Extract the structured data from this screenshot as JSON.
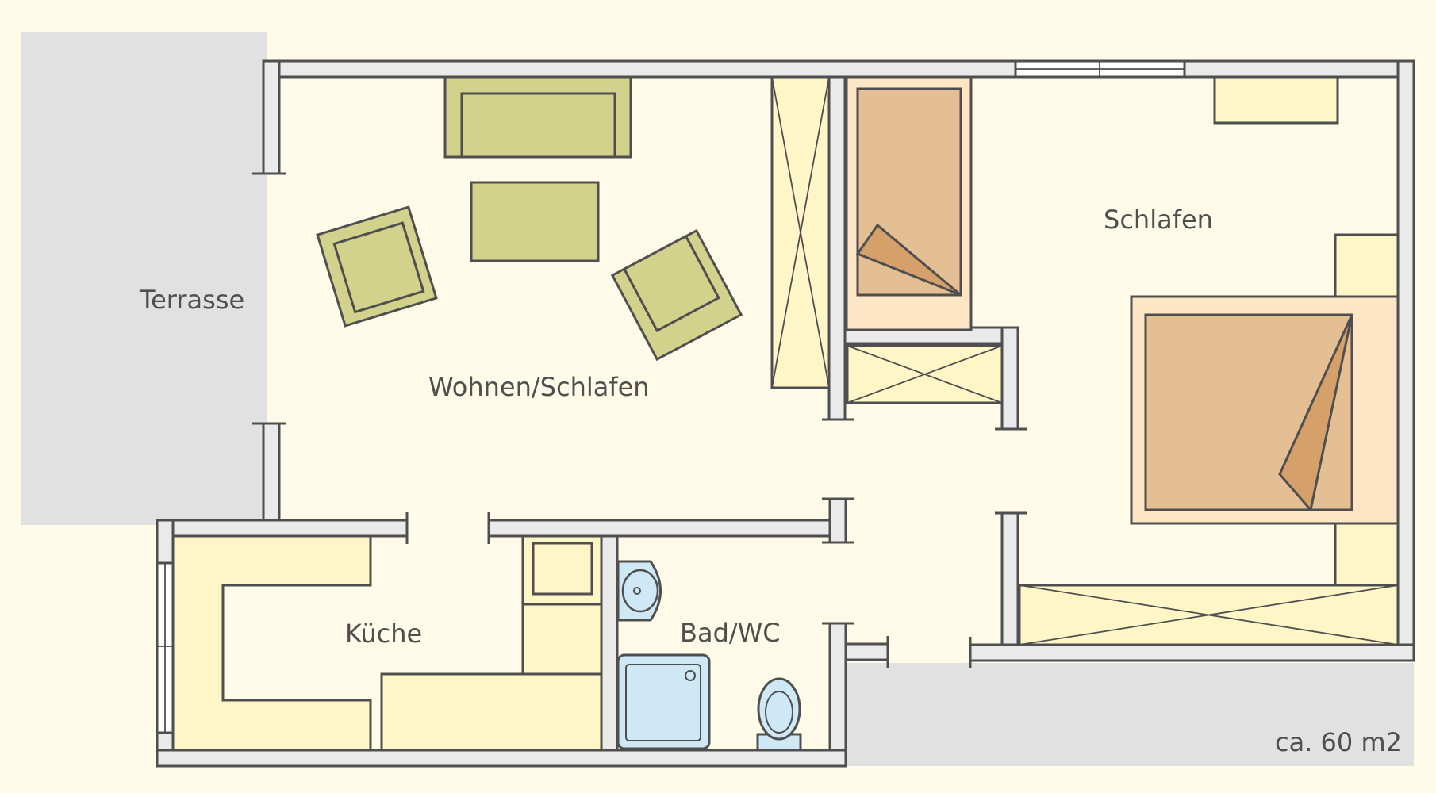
{
  "rooms": {
    "terrace": "Terrasse",
    "living": "Wohnen/Schlafen",
    "bedroom": "Schlafen",
    "kitchen": "Küche",
    "bath": "Bad/WC"
  },
  "area": "ca. 60 m2",
  "colors": {
    "background": "#fffbe8",
    "exterior_gray": "#e1e1e1",
    "wall": "#eaeaea",
    "outline": "#4f4f4f",
    "upholstery_green": "#d2d28c",
    "cabinet_yellow": "#fff6c8",
    "bed_frame": "#fde5c6",
    "mattress": "#e4bf93",
    "blanket_fold": "#d6a06a",
    "sanitary_blue": "#cfe8f5"
  }
}
